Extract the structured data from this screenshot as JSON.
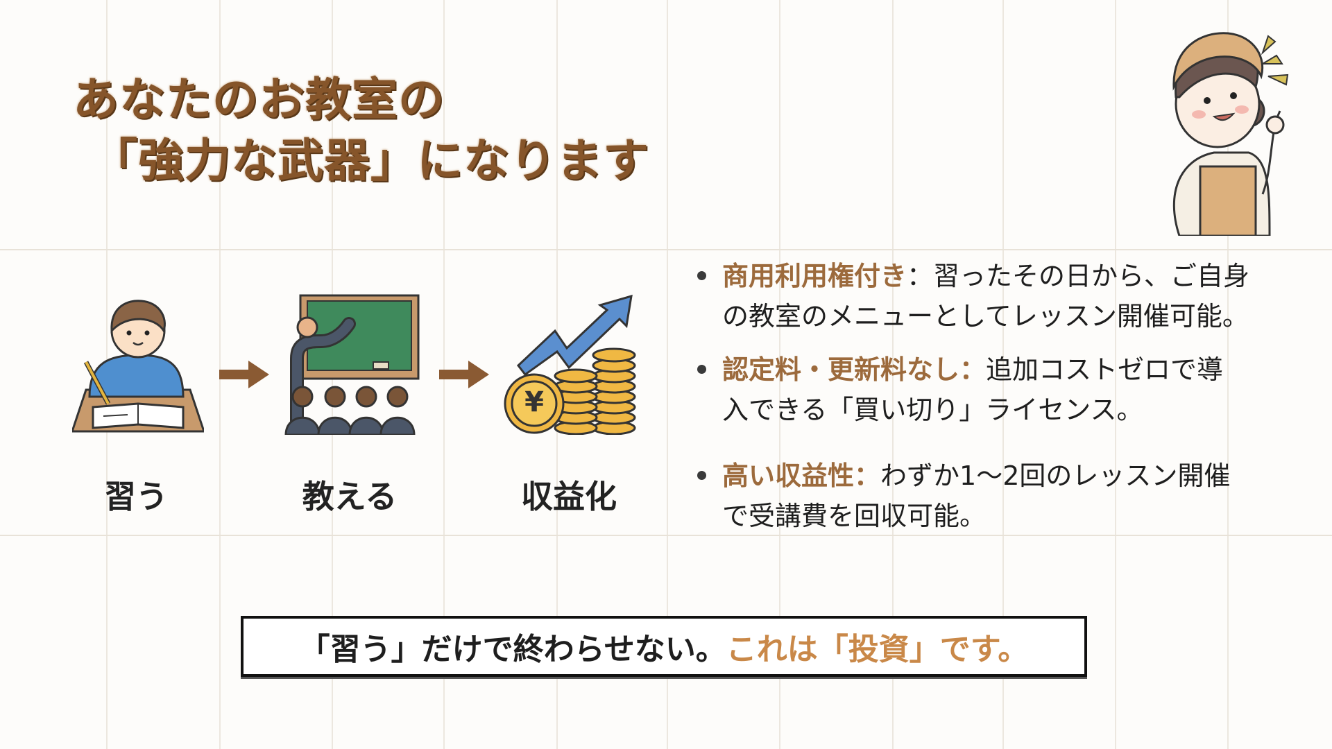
{
  "title": {
    "line1": "あなたのお教室の",
    "line2": "「強力な武器」になります"
  },
  "steps": [
    {
      "label": "習う",
      "icon": "student-studying-icon"
    },
    {
      "label": "教える",
      "icon": "teacher-blackboard-icon"
    },
    {
      "label": "収益化",
      "icon": "coins-growth-icon"
    }
  ],
  "coin_symbol": "¥",
  "bullets": [
    {
      "highlight": "商用利用権付き",
      "sep": "：",
      "line1": "習ったその日から、ご自身",
      "line2": "の教室のメニューとしてレッスン開催可能。"
    },
    {
      "highlight": "認定料・更新料なし",
      "sep": "：",
      "line1": "追加コストゼロで導",
      "line2": "入できる「買い切り」ライセンス。"
    },
    {
      "highlight": "高い収益性",
      "sep": "：",
      "line1": "わずか1〜2回のレッスン開催",
      "line2": "で受講費を回収可能。"
    }
  ],
  "callout": {
    "main": "「習う」だけで終わらせない。",
    "accent": "これは「投資」です。"
  },
  "colors": {
    "title": "#86552a",
    "highlight": "#9c6a3c",
    "accent": "#c98848",
    "arrow": "#8a5a33",
    "grid": "#ece7df"
  }
}
